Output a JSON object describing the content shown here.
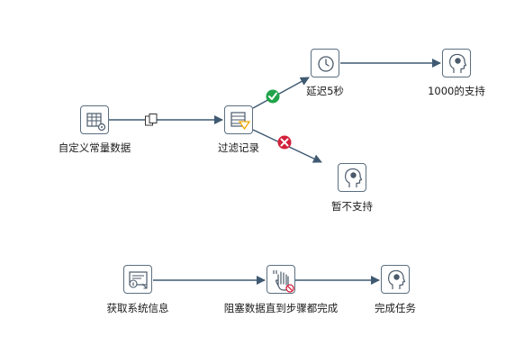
{
  "colors": {
    "hop": "#3f5a72",
    "node_border": "#5b6f80",
    "icon": "#4a5a6a",
    "success": "#22a34a",
    "error": "#d4203a",
    "filter_accent": "#f2a900",
    "stop_badge": "#d4203a"
  },
  "nodes": {
    "const": {
      "label": "自定义常量数据",
      "icon": "table-gear-icon"
    },
    "filter": {
      "label": "过滤记录",
      "icon": "filter-rows-icon"
    },
    "delay": {
      "label": "延迟5秒",
      "icon": "clock-icon"
    },
    "s1000": {
      "label": "1000的支持",
      "icon": "dummy-head-icon"
    },
    "nosup": {
      "label": "暂不支持",
      "icon": "dummy-head-icon"
    },
    "sysinfo": {
      "label": "获取系统信息",
      "icon": "system-info-icon"
    },
    "block": {
      "label": "阻塞数据直到步骤都完成",
      "icon": "hand-stop-icon"
    },
    "done": {
      "label": "完成任务",
      "icon": "dummy-head-icon"
    }
  },
  "hops": [
    {
      "from": "const",
      "to": "filter",
      "badge": "copy-icon"
    },
    {
      "from": "filter",
      "to": "delay",
      "badge": "success-check-icon"
    },
    {
      "from": "filter",
      "to": "nosup",
      "badge": "error-x-icon"
    },
    {
      "from": "delay",
      "to": "s1000"
    },
    {
      "from": "sysinfo",
      "to": "block"
    },
    {
      "from": "block",
      "to": "done"
    }
  ]
}
